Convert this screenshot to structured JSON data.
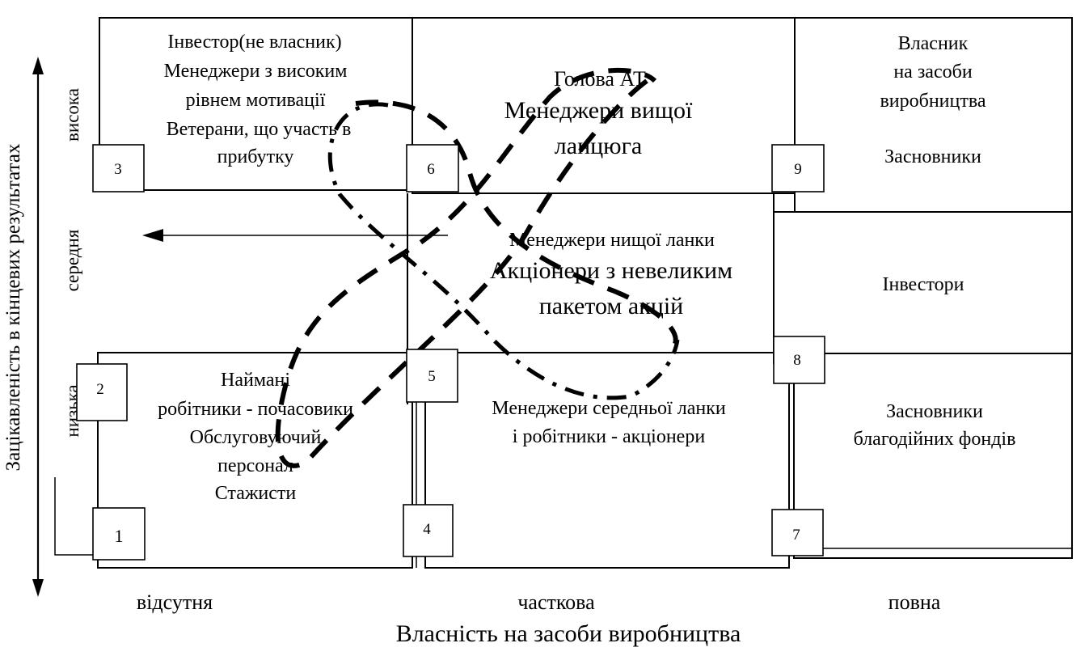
{
  "axes": {
    "x_title": "Власність на засоби виробництва",
    "x_levels": [
      "відсутня",
      "часткова",
      "повна"
    ],
    "y_title": "Зацікавленість в кінцевих результатах",
    "y_levels": [
      "висока",
      "середня",
      "низька"
    ]
  },
  "cells": {
    "c3": {
      "number": "3",
      "lines": [
        "Інвестор(не власник)",
        "Менеджери з високим",
        "рівнем мотивації",
        "Ветерани, що участь в",
        "прибутку"
      ]
    },
    "c6": {
      "number": "6",
      "lines": [
        "Голова АТ",
        "Менеджери вищої",
        "ланцюга"
      ]
    },
    "c9": {
      "number": "9",
      "lines": [
        "Власник",
        "на засоби",
        "виробництва"
      ],
      "extra": "Засновники"
    },
    "c5_mid": {
      "lines": [
        "Менеджери нищої ланки",
        "Акціонери з невеликим",
        "пакетом акцій"
      ]
    },
    "c8_mid": {
      "lines": [
        "Інвестори"
      ]
    },
    "c2": {
      "number": "2",
      "lines": [
        "Наймані",
        "робітники - почасовики",
        "Обслуговуючий",
        "персонал",
        "Стажисти"
      ]
    },
    "c5": {
      "number": "5",
      "lines": [
        "Менеджери середньої ланки",
        "і робітники - акціонери"
      ]
    },
    "c8": {
      "number": "8",
      "lines": [
        "Засновники",
        "благодійних фондів"
      ]
    },
    "c1": {
      "number": "1"
    },
    "c4": {
      "number": "4"
    },
    "c7": {
      "number": "7"
    }
  }
}
